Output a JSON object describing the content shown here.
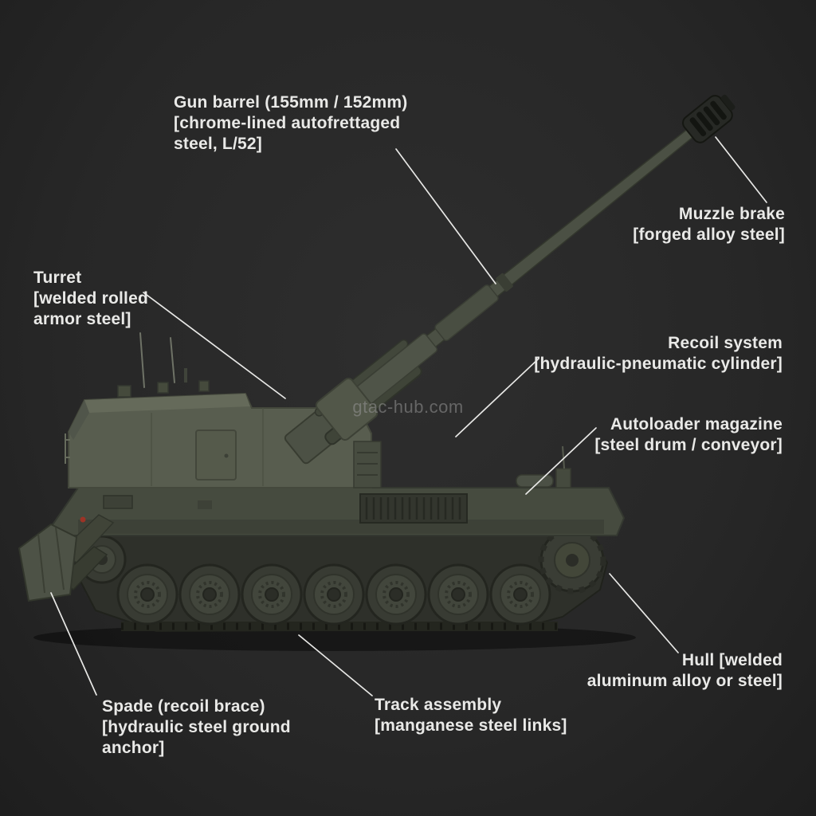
{
  "diagram": {
    "subject": "Self-propelled howitzer annotated parts diagram",
    "watermark": "gtac-hub.com",
    "colors": {
      "background": "#282828",
      "label_text": "#e9e9e7",
      "leader_line": "#e8e8e6",
      "hull": "#464b3f",
      "turret": "#585d4f",
      "tracks": "#2e302a",
      "barrel": "#4b5044",
      "muzzle_brake": "#272925"
    },
    "labels": {
      "gun_barrel": {
        "line1": "Gun barrel (155mm / 152mm)",
        "line2": "[chrome-lined autofrettaged",
        "line3": "steel, L/52]"
      },
      "muzzle_brake": {
        "line1": "Muzzle brake",
        "line2": "[forged alloy steel]"
      },
      "turret": {
        "line1": "Turret",
        "line2": "[welded rolled",
        "line3": "armor steel]"
      },
      "recoil_system": {
        "line1": "Recoil system",
        "line2": "[hydraulic-pneumatic cylinder]"
      },
      "autoloader_magazine": {
        "line1": "Autoloader magazine",
        "line2": "[steel drum / conveyor]"
      },
      "hull": {
        "line1": "Hull [welded",
        "line2": "aluminum alloy or steel]"
      },
      "track_assembly": {
        "line1": "Track assembly",
        "line2": "[manganese steel links]"
      },
      "spade": {
        "line1": "Spade (recoil brace)",
        "line2": "[hydraulic steel ground",
        "line3": "anchor]"
      }
    }
  }
}
